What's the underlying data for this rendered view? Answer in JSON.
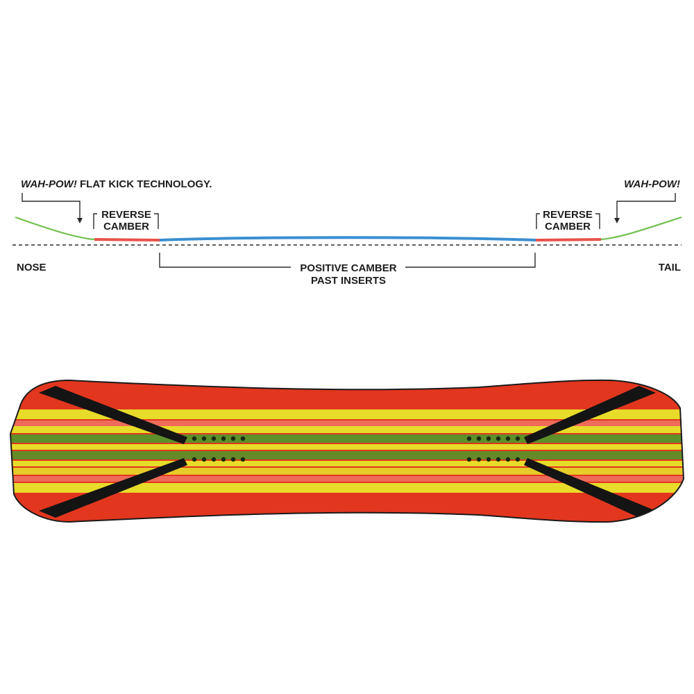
{
  "labels": {
    "wah_pow_left": "WAH-POW!",
    "flat_kick": " FLAT KICK TECHNOLOGY.",
    "wah_pow_right": "WAH-POW!",
    "reverse_line1": "REVERSE",
    "reverse_line2": "CAMBER",
    "positive_line1": "POSITIVE CAMBER",
    "positive_line2": "PAST INSERTS",
    "nose": "NOSE",
    "tail": "TAIL"
  },
  "colors": {
    "flat_kick": "#6fbf4b",
    "reverse_camber": "#e8534a",
    "positive_camber": "#3a8fd1",
    "baseline": "#2a2a2a",
    "topsheet_red": "#e2361f",
    "topsheet_yellow": "#e8dc2a",
    "topsheet_green": "#4f9a2b",
    "stripe_black": "#141414"
  }
}
